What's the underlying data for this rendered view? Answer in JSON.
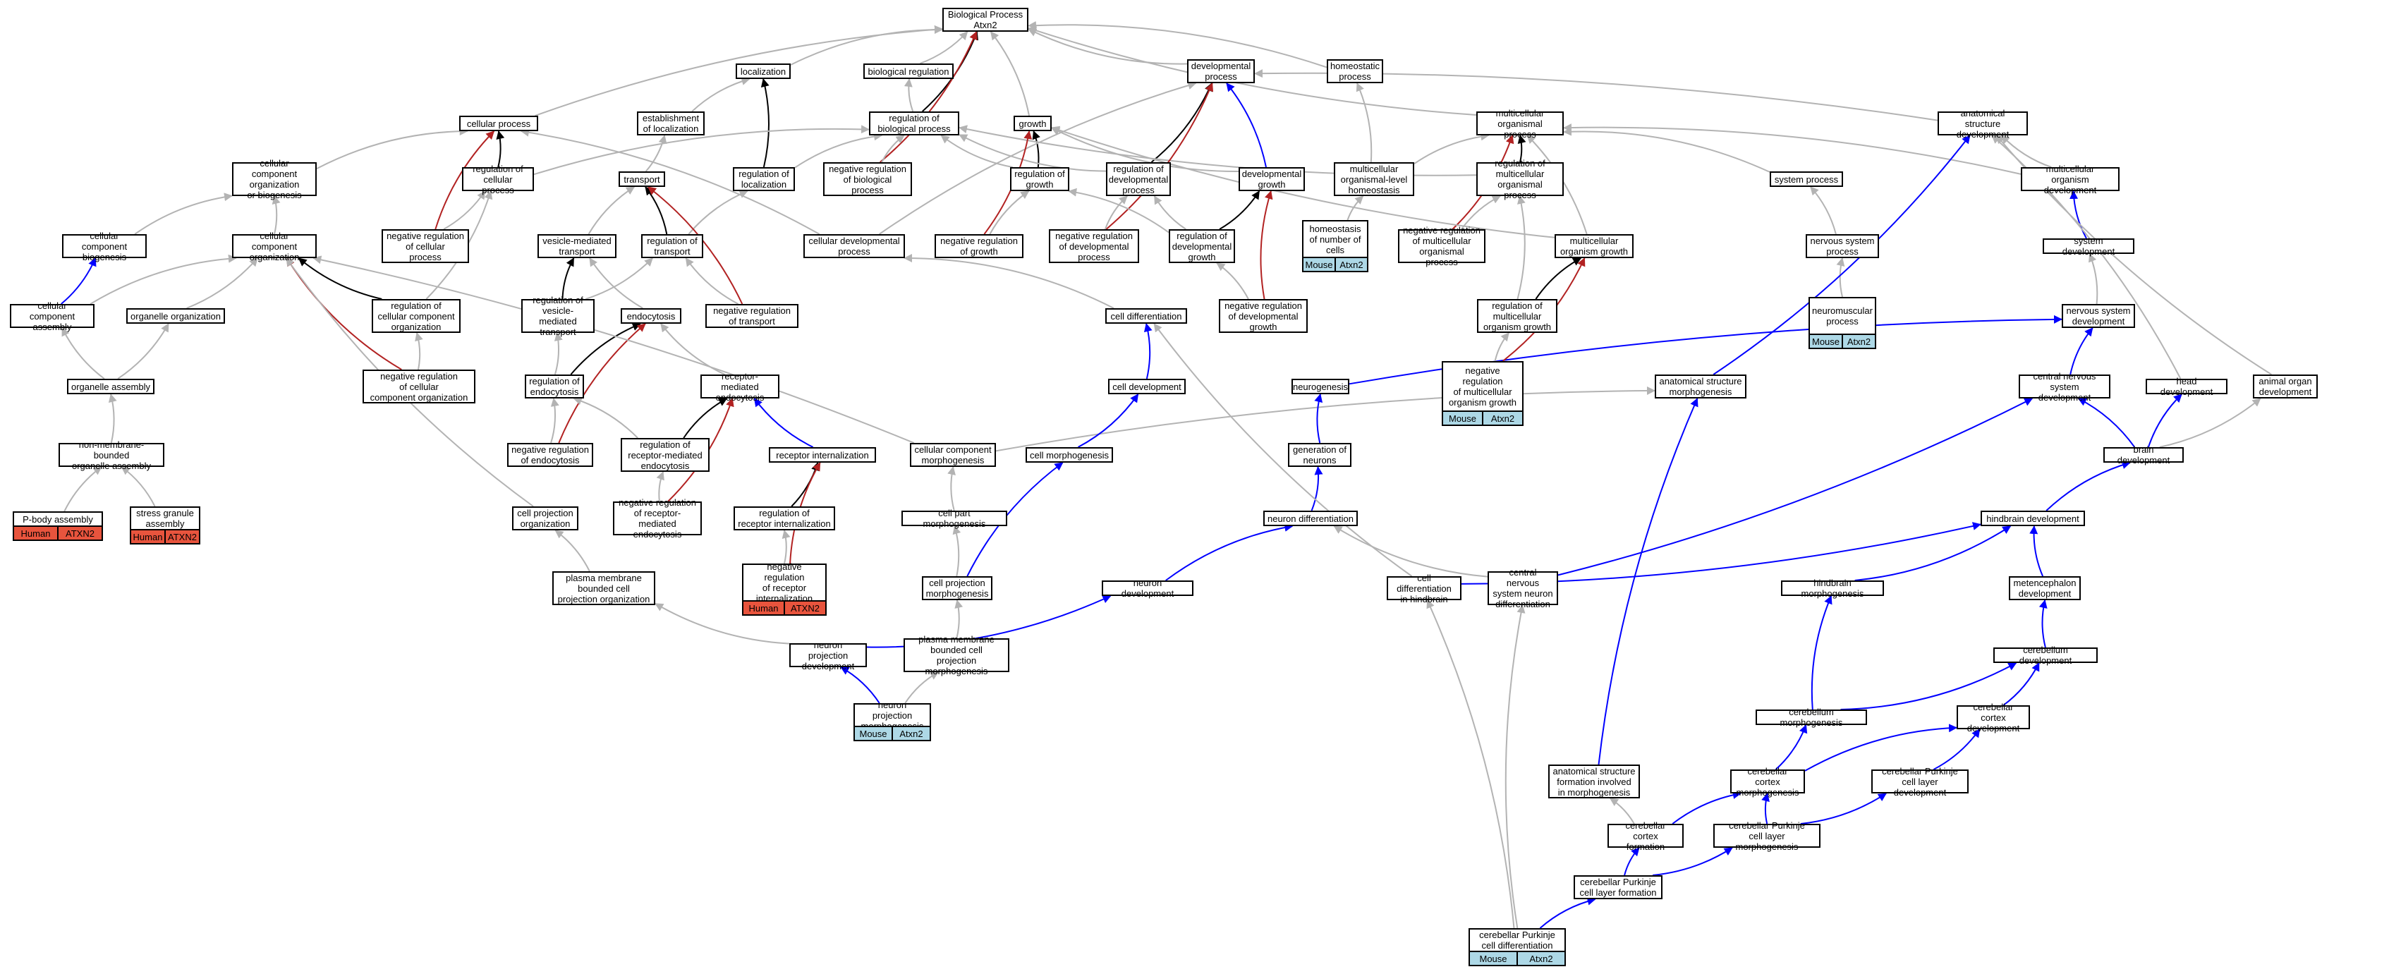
{
  "colors": {
    "is_a": "#b3b3b3",
    "part_of": "#0000ff",
    "regulates": "#000000",
    "negatively_regulates": "#b22222",
    "mouse_tag": "#add8e6",
    "human_tag": "#e8543d"
  },
  "nodes": [
    {
      "id": "bp",
      "label": "Biological Process\nAtxn2"
    },
    {
      "id": "loc",
      "label": "localization"
    },
    {
      "id": "breg",
      "label": "biological regulation"
    },
    {
      "id": "devp",
      "label": "developmental\nprocess"
    },
    {
      "id": "homp",
      "label": "homeostatic\nprocess"
    },
    {
      "id": "cp",
      "label": "cellular process"
    },
    {
      "id": "estloc",
      "label": "establishment\nof localization"
    },
    {
      "id": "regbp",
      "label": "regulation of\nbiological process"
    },
    {
      "id": "growth",
      "label": "growth"
    },
    {
      "id": "mop",
      "label": "multicellular\norganismal process"
    },
    {
      "id": "asd",
      "label": "anatomical structure\ndevelopment"
    },
    {
      "id": "ccob",
      "label": "cellular component\norganization\nor biogenesis"
    },
    {
      "id": "regcp",
      "label": "regulation of\ncellular process"
    },
    {
      "id": "transport",
      "label": "transport"
    },
    {
      "id": "regloc",
      "label": "regulation of\nlocalization"
    },
    {
      "id": "negregbp",
      "label": "negative regulation\nof biological\nprocess"
    },
    {
      "id": "reggrowth",
      "label": "regulation of\ngrowth"
    },
    {
      "id": "regdevp",
      "label": "regulation of\ndevelopmental\nprocess"
    },
    {
      "id": "devgrowth",
      "label": "developmental\ngrowth"
    },
    {
      "id": "mlh",
      "label": "multicellular\norganismal-level\nhomeostasis"
    },
    {
      "id": "regmop",
      "label": "regulation of\nmulticellular\norganismal process"
    },
    {
      "id": "sysp",
      "label": "system process"
    },
    {
      "id": "mod",
      "label": "multicellular\norganism development"
    },
    {
      "id": "ccbiog",
      "label": "cellular component\nbiogenesis"
    },
    {
      "id": "cco",
      "label": "cellular component\norganization"
    },
    {
      "id": "negregcp",
      "label": "negative regulation\nof cellular\nprocess"
    },
    {
      "id": "vmt",
      "label": "vesicle-mediated\ntransport"
    },
    {
      "id": "regtransport",
      "label": "regulation of\ntransport"
    },
    {
      "id": "cdp",
      "label": "cellular developmental\nprocess"
    },
    {
      "id": "negreggrowth",
      "label": "negative regulation\nof growth"
    },
    {
      "id": "negregdevp",
      "label": "negative regulation\nof developmental\nprocess"
    },
    {
      "id": "regdevgrowth",
      "label": "regulation of\ndevelopmental\ngrowth"
    },
    {
      "id": "homcells",
      "label": "homeostasis\nof number of\ncells"
    },
    {
      "id": "negregmop",
      "label": "negative regulation\nof multicellular\norganismal process"
    },
    {
      "id": "mog",
      "label": "multicellular\norganism growth"
    },
    {
      "id": "nsp",
      "label": "nervous system\nprocess"
    },
    {
      "id": "sysdev",
      "label": "system development"
    },
    {
      "id": "cca",
      "label": "cellular component\nassembly"
    },
    {
      "id": "orgorg",
      "label": "organelle organization"
    },
    {
      "id": "regcco",
      "label": "regulation of\ncellular component\norganization"
    },
    {
      "id": "regvmt",
      "label": "regulation of\nvesicle-mediated\ntransport"
    },
    {
      "id": "endo",
      "label": "endocytosis"
    },
    {
      "id": "negregtransport",
      "label": "negative regulation\nof transport"
    },
    {
      "id": "celldiff",
      "label": "cell differentiation"
    },
    {
      "id": "negregdevgrowth",
      "label": "negative regulation\nof developmental\ngrowth"
    },
    {
      "id": "regmog",
      "label": "regulation of\nmulticellular\norganism growth"
    },
    {
      "id": "nmp",
      "label": "neuromuscular\nprocess"
    },
    {
      "id": "nsd",
      "label": "nervous system\ndevelopment"
    },
    {
      "id": "orgasm",
      "label": "organelle assembly"
    },
    {
      "id": "negregcco",
      "label": "negative regulation\nof cellular\ncomponent organization"
    },
    {
      "id": "regendo",
      "label": "regulation of\nendocytosis"
    },
    {
      "id": "rme",
      "label": "receptor-mediated\nendocytosis"
    },
    {
      "id": "celldev",
      "label": "cell development"
    },
    {
      "id": "neurogenesis",
      "label": "neurogenesis"
    },
    {
      "id": "negregmog",
      "label": "negative regulation\nof multicellular\norganism growth"
    },
    {
      "id": "asm",
      "label": "anatomical structure\nmorphogenesis"
    },
    {
      "id": "cnsd",
      "label": "central nervous\nsystem development"
    },
    {
      "id": "headdev",
      "label": "head development"
    },
    {
      "id": "aod",
      "label": "animal organ\ndevelopment"
    },
    {
      "id": "nmboa",
      "label": "non-membrane-bounded\norganelle assembly"
    },
    {
      "id": "negregendo",
      "label": "negative regulation\nof endocytosis"
    },
    {
      "id": "regrme",
      "label": "regulation of\nreceptor-mediated\nendocytosis"
    },
    {
      "id": "recint",
      "label": "receptor internalization"
    },
    {
      "id": "ccm",
      "label": "cellular component\nmorphogenesis"
    },
    {
      "id": "cellmorph",
      "label": "cell morphogenesis"
    },
    {
      "id": "genneur",
      "label": "generation of\nneurons"
    },
    {
      "id": "braindev",
      "label": "brain development"
    },
    {
      "id": "pbody",
      "label": "P-body assembly"
    },
    {
      "id": "sga",
      "label": "stress granule\nassembly"
    },
    {
      "id": "cpo",
      "label": "cell projection\norganization"
    },
    {
      "id": "negregrme",
      "label": "negative regulation\nof receptor-mediated\nendocytosis"
    },
    {
      "id": "regrecint",
      "label": "regulation of\nreceptor internalization"
    },
    {
      "id": "cpm",
      "label": "cell part morphogenesis"
    },
    {
      "id": "neurdiff",
      "label": "neuron differentiation"
    },
    {
      "id": "hbdev",
      "label": "hindbrain development"
    },
    {
      "id": "pmbcpo",
      "label": "plasma membrane\nbounded cell\nprojection organization"
    },
    {
      "id": "negregrecint",
      "label": "negative regulation\nof receptor\ninternalization"
    },
    {
      "id": "cprojm",
      "label": "cell projection\nmorphogenesis"
    },
    {
      "id": "neurdev",
      "label": "neuron development"
    },
    {
      "id": "cdhb",
      "label": "cell differentiation\nin hindbrain"
    },
    {
      "id": "cnsnd",
      "label": "central nervous\nsystem neuron\ndifferentiation"
    },
    {
      "id": "hbmorph",
      "label": "hindbrain morphogenesis"
    },
    {
      "id": "metdev",
      "label": "metencephalon\ndevelopment"
    },
    {
      "id": "npd",
      "label": "neuron projection\ndevelopment"
    },
    {
      "id": "pmbcpm",
      "label": "plasma membrane\nbounded cell\nprojection morphogenesis"
    },
    {
      "id": "cbdev",
      "label": "cerebellum development"
    },
    {
      "id": "npm",
      "label": "neuron projection\nmorphogenesis"
    },
    {
      "id": "cbmorph",
      "label": "cerebellum morphogenesis"
    },
    {
      "id": "cbcd",
      "label": "cerebellar cortex\ndevelopment"
    },
    {
      "id": "asfim",
      "label": "anatomical structure\nformation involved\nin morphogenesis"
    },
    {
      "id": "cbcm",
      "label": "cerebellar cortex\nmorphogenesis"
    },
    {
      "id": "cpcld",
      "label": "cerebellar Purkinje\ncell layer development"
    },
    {
      "id": "cbcf",
      "label": "cerebellar cortex\nformation"
    },
    {
      "id": "cpclm",
      "label": "cerebellar Purkinje\ncell layer morphogenesis"
    },
    {
      "id": "cpclf",
      "label": "cerebellar Purkinje\ncell layer formation"
    },
    {
      "id": "cpcd",
      "label": "cerebellar Purkinje\ncell differentiation"
    }
  ],
  "annotations": [
    {
      "node": "homcells",
      "species": "Mouse",
      "gene": "Atxn2"
    },
    {
      "node": "nmp",
      "species": "Mouse",
      "gene": "Atxn2"
    },
    {
      "node": "negregmog",
      "species": "Mouse",
      "gene": "Atxn2"
    },
    {
      "node": "pbody",
      "species": "Human",
      "gene": "ATXN2"
    },
    {
      "node": "sga",
      "species": "Human",
      "gene": "ATXN2"
    },
    {
      "node": "negregrecint",
      "species": "Human",
      "gene": "ATXN2"
    },
    {
      "node": "npm",
      "species": "Mouse",
      "gene": "Atxn2"
    },
    {
      "node": "cpcd",
      "species": "Mouse",
      "gene": "Atxn2"
    }
  ],
  "edges": [
    [
      "loc",
      "bp",
      "is_a"
    ],
    [
      "breg",
      "bp",
      "is_a"
    ],
    [
      "devp",
      "bp",
      "is_a"
    ],
    [
      "homp",
      "bp",
      "is_a"
    ],
    [
      "cp",
      "bp",
      "is_a"
    ],
    [
      "regbp",
      "bp",
      "regulates"
    ],
    [
      "regbp",
      "breg",
      "is_a"
    ],
    [
      "growth",
      "bp",
      "is_a"
    ],
    [
      "mop",
      "bp",
      "is_a"
    ],
    [
      "asd",
      "devp",
      "is_a"
    ],
    [
      "estloc",
      "loc",
      "is_a"
    ],
    [
      "regloc",
      "loc",
      "regulates"
    ],
    [
      "regloc",
      "regbp",
      "is_a"
    ],
    [
      "negregbp",
      "bp",
      "negatively_regulates"
    ],
    [
      "negregbp",
      "regbp",
      "is_a"
    ],
    [
      "reggrowth",
      "growth",
      "regulates"
    ],
    [
      "reggrowth",
      "regbp",
      "is_a"
    ],
    [
      "regdevp",
      "devp",
      "regulates"
    ],
    [
      "regdevp",
      "regbp",
      "is_a"
    ],
    [
      "devgrowth",
      "devp",
      "part_of"
    ],
    [
      "devgrowth",
      "growth",
      "is_a"
    ],
    [
      "mlh",
      "homp",
      "is_a"
    ],
    [
      "mlh",
      "mop",
      "is_a"
    ],
    [
      "regmop",
      "mop",
      "regulates"
    ],
    [
      "regmop",
      "regbp",
      "is_a"
    ],
    [
      "sysp",
      "mop",
      "is_a"
    ],
    [
      "mod",
      "asd",
      "is_a"
    ],
    [
      "mod",
      "mop",
      "is_a"
    ],
    [
      "ccob",
      "cp",
      "is_a"
    ],
    [
      "regcp",
      "cp",
      "regulates"
    ],
    [
      "regcp",
      "regbp",
      "is_a"
    ],
    [
      "transport",
      "estloc",
      "is_a"
    ],
    [
      "ccbiog",
      "ccob",
      "is_a"
    ],
    [
      "cco",
      "ccob",
      "is_a"
    ],
    [
      "negregcp",
      "cp",
      "negatively_regulates"
    ],
    [
      "negregcp",
      "regcp",
      "is_a"
    ],
    [
      "vmt",
      "transport",
      "is_a"
    ],
    [
      "regtransport",
      "transport",
      "regulates"
    ],
    [
      "regtransport",
      "regloc",
      "is_a"
    ],
    [
      "cdp",
      "cp",
      "is_a"
    ],
    [
      "cdp",
      "devp",
      "is_a"
    ],
    [
      "negreggrowth",
      "growth",
      "negatively_regulates"
    ],
    [
      "negreggrowth",
      "reggrowth",
      "is_a"
    ],
    [
      "negregdevp",
      "devp",
      "negatively_regulates"
    ],
    [
      "negregdevp",
      "regdevp",
      "is_a"
    ],
    [
      "regdevgrowth",
      "devgrowth",
      "regulates"
    ],
    [
      "regdevgrowth",
      "regdevp",
      "is_a"
    ],
    [
      "regdevgrowth",
      "reggrowth",
      "is_a"
    ],
    [
      "homcells",
      "mlh",
      "is_a"
    ],
    [
      "negregmop",
      "mop",
      "negatively_regulates"
    ],
    [
      "negregmop",
      "regmop",
      "is_a"
    ],
    [
      "mog",
      "mop",
      "is_a"
    ],
    [
      "mog",
      "growth",
      "is_a"
    ],
    [
      "nsp",
      "sysp",
      "is_a"
    ],
    [
      "sysdev",
      "mod",
      "part_of"
    ],
    [
      "cca",
      "ccbiog",
      "part_of"
    ],
    [
      "cca",
      "cco",
      "is_a"
    ],
    [
      "orgorg",
      "cco",
      "is_a"
    ],
    [
      "regcco",
      "cco",
      "regulates"
    ],
    [
      "regcco",
      "regcp",
      "is_a"
    ],
    [
      "regvmt",
      "vmt",
      "regulates"
    ],
    [
      "regvmt",
      "regtransport",
      "is_a"
    ],
    [
      "endo",
      "vmt",
      "is_a"
    ],
    [
      "negregtransport",
      "transport",
      "negatively_regulates"
    ],
    [
      "negregtransport",
      "regtransport",
      "is_a"
    ],
    [
      "celldiff",
      "cdp",
      "is_a"
    ],
    [
      "negregdevgrowth",
      "devgrowth",
      "negatively_regulates"
    ],
    [
      "negregdevgrowth",
      "regdevgrowth",
      "is_a"
    ],
    [
      "regmog",
      "mog",
      "regulates"
    ],
    [
      "regmog",
      "regmop",
      "is_a"
    ],
    [
      "nmp",
      "nsp",
      "is_a"
    ],
    [
      "nsd",
      "sysdev",
      "is_a"
    ],
    [
      "orgasm",
      "cca",
      "is_a"
    ],
    [
      "orgasm",
      "orgorg",
      "is_a"
    ],
    [
      "negregcco",
      "cco",
      "negatively_regulates"
    ],
    [
      "negregcco",
      "regcco",
      "is_a"
    ],
    [
      "regendo",
      "endo",
      "regulates"
    ],
    [
      "regendo",
      "regvmt",
      "is_a"
    ],
    [
      "rme",
      "endo",
      "is_a"
    ],
    [
      "celldev",
      "celldiff",
      "part_of"
    ],
    [
      "neurogenesis",
      "nsd",
      "part_of"
    ],
    [
      "negregmog",
      "mog",
      "negatively_regulates"
    ],
    [
      "negregmog",
      "regmog",
      "is_a"
    ],
    [
      "asm",
      "asd",
      "part_of"
    ],
    [
      "cnsd",
      "nsd",
      "part_of"
    ],
    [
      "headdev",
      "asd",
      "is_a"
    ],
    [
      "aod",
      "asd",
      "is_a"
    ],
    [
      "nmboa",
      "orgasm",
      "is_a"
    ],
    [
      "negregendo",
      "endo",
      "negatively_regulates"
    ],
    [
      "negregendo",
      "regendo",
      "is_a"
    ],
    [
      "regrme",
      "rme",
      "regulates"
    ],
    [
      "regrme",
      "regendo",
      "is_a"
    ],
    [
      "recint",
      "rme",
      "part_of"
    ],
    [
      "ccm",
      "cco",
      "is_a"
    ],
    [
      "ccm",
      "asm",
      "is_a"
    ],
    [
      "cellmorph",
      "celldev",
      "part_of"
    ],
    [
      "genneur",
      "neurogenesis",
      "part_of"
    ],
    [
      "braindev",
      "cnsd",
      "part_of"
    ],
    [
      "braindev",
      "headdev",
      "part_of"
    ],
    [
      "braindev",
      "aod",
      "is_a"
    ],
    [
      "pbody",
      "nmboa",
      "is_a"
    ],
    [
      "sga",
      "nmboa",
      "is_a"
    ],
    [
      "cpo",
      "cco",
      "is_a"
    ],
    [
      "negregrme",
      "rme",
      "negatively_regulates"
    ],
    [
      "negregrme",
      "regrme",
      "is_a"
    ],
    [
      "regrecint",
      "recint",
      "regulates"
    ],
    [
      "cpm",
      "ccm",
      "is_a"
    ],
    [
      "neurdiff",
      "genneur",
      "part_of"
    ],
    [
      "hbdev",
      "braindev",
      "part_of"
    ],
    [
      "pmbcpo",
      "cpo",
      "is_a"
    ],
    [
      "negregrecint",
      "recint",
      "negatively_regulates"
    ],
    [
      "negregrecint",
      "regrecint",
      "is_a"
    ],
    [
      "cprojm",
      "cellmorph",
      "part_of"
    ],
    [
      "cprojm",
      "cpm",
      "is_a"
    ],
    [
      "neurdev",
      "neurdiff",
      "part_of"
    ],
    [
      "cdhb",
      "hbdev",
      "part_of"
    ],
    [
      "cdhb",
      "celldiff",
      "is_a"
    ],
    [
      "cnsnd",
      "cnsd",
      "part_of"
    ],
    [
      "cnsnd",
      "neurdiff",
      "is_a"
    ],
    [
      "hbmorph",
      "hbdev",
      "part_of"
    ],
    [
      "metdev",
      "hbdev",
      "part_of"
    ],
    [
      "npd",
      "neurdev",
      "part_of"
    ],
    [
      "npd",
      "pmbcpo",
      "is_a"
    ],
    [
      "pmbcpm",
      "cprojm",
      "is_a"
    ],
    [
      "cbdev",
      "metdev",
      "part_of"
    ],
    [
      "npm",
      "npd",
      "part_of"
    ],
    [
      "npm",
      "pmbcpm",
      "is_a"
    ],
    [
      "cbmorph",
      "cbdev",
      "part_of"
    ],
    [
      "cbmorph",
      "hbmorph",
      "part_of"
    ],
    [
      "cbcd",
      "cbdev",
      "part_of"
    ],
    [
      "asfim",
      "asm",
      "part_of"
    ],
    [
      "cbcm",
      "cbmorph",
      "part_of"
    ],
    [
      "cbcm",
      "cbcd",
      "part_of"
    ],
    [
      "cpcld",
      "cbcd",
      "part_of"
    ],
    [
      "cbcf",
      "cbcm",
      "part_of"
    ],
    [
      "cbcf",
      "asfim",
      "is_a"
    ],
    [
      "cpclm",
      "cbcm",
      "part_of"
    ],
    [
      "cpclm",
      "cpcld",
      "part_of"
    ],
    [
      "cpclf",
      "cbcf",
      "part_of"
    ],
    [
      "cpclf",
      "cpclm",
      "part_of"
    ],
    [
      "cpcd",
      "cpclf",
      "part_of"
    ],
    [
      "cpcd",
      "cdhb",
      "is_a"
    ],
    [
      "cpcd",
      "cnsnd",
      "is_a"
    ]
  ]
}
